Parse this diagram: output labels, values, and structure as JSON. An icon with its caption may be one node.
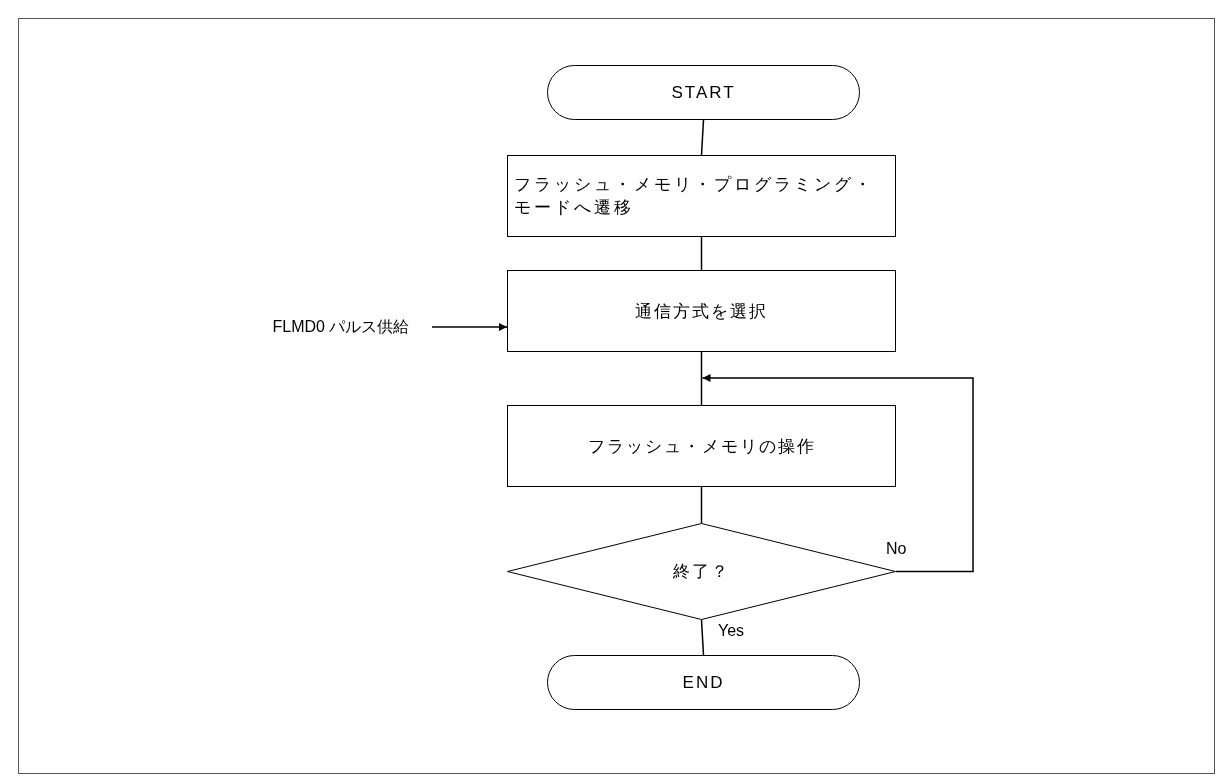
{
  "diagram": {
    "nodes": [
      {
        "text": [
          "START"
        ]
      },
      {
        "text": [
          "フラッシュ・メモリ・プログラミング・モードへ遷移"
        ]
      },
      {
        "text": [
          "通信方式を選択"
        ]
      },
      {
        "text": [
          "フラッシュ・メモリの操作"
        ]
      },
      {
        "text": [
          "終了？"
        ]
      },
      {
        "text": [
          "END"
        ]
      },
      {
        "text": [
          "FLMD0 パルス供給"
        ]
      }
    ],
    "edges": [
      {
        "from": 0,
        "to": 1,
        "arrow": "none"
      },
      {
        "from": 1,
        "to": 2,
        "arrow": "none"
      },
      {
        "from": 2,
        "to": 3,
        "arrow": "none"
      },
      {
        "from": 3,
        "to": 4,
        "arrow": "none"
      },
      {
        "from": 4,
        "to": 3,
        "arrow": "to",
        "label": "No"
      },
      {
        "from": 4,
        "to": 5,
        "arrow": "none",
        "label": "Yes"
      },
      {
        "from": 6,
        "to": 2,
        "arrow": "to"
      }
    ]
  }
}
